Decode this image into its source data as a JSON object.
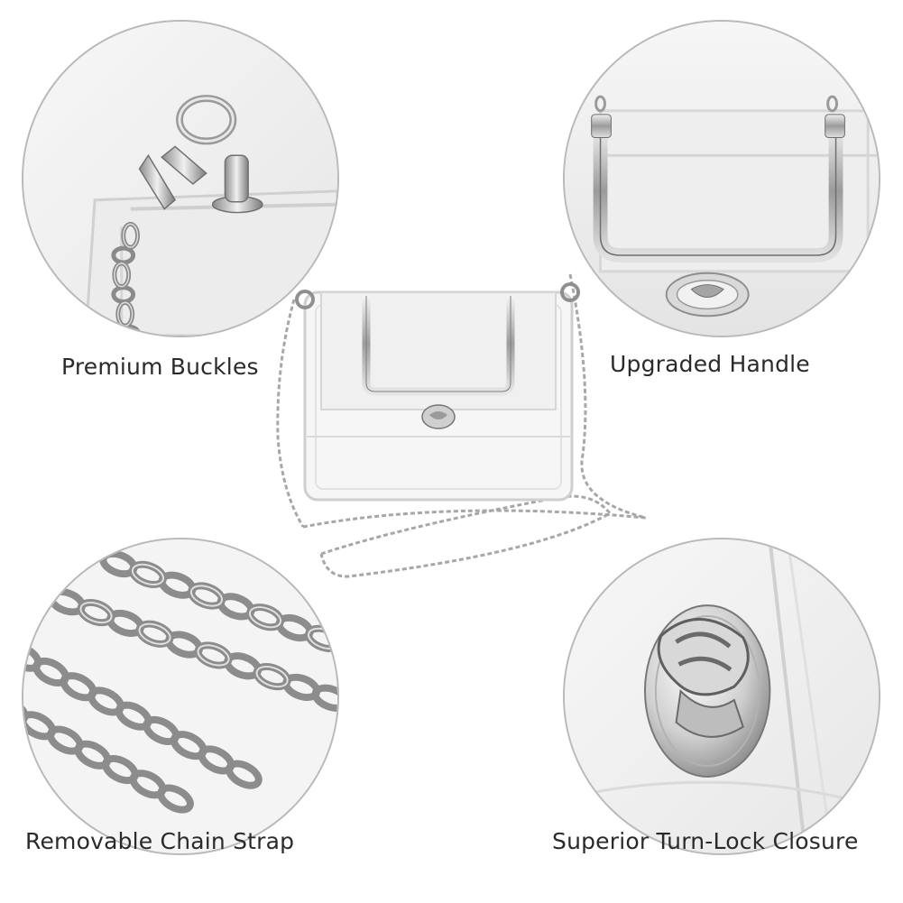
{
  "captions": {
    "top_left": "Premium Buckles",
    "top_right": "Upgraded Handle",
    "bottom_left": "Removable Chain Strap",
    "bottom_right": "Superior Turn-Lock Closure"
  },
  "colors": {
    "background": "#ffffff",
    "circle_border": "#b9b9b9",
    "circle_fill": "#f3f3f3",
    "metal": "#b8b8b8",
    "metal_dark": "#7a7a7a",
    "caption_text": "#2a2a2a"
  }
}
